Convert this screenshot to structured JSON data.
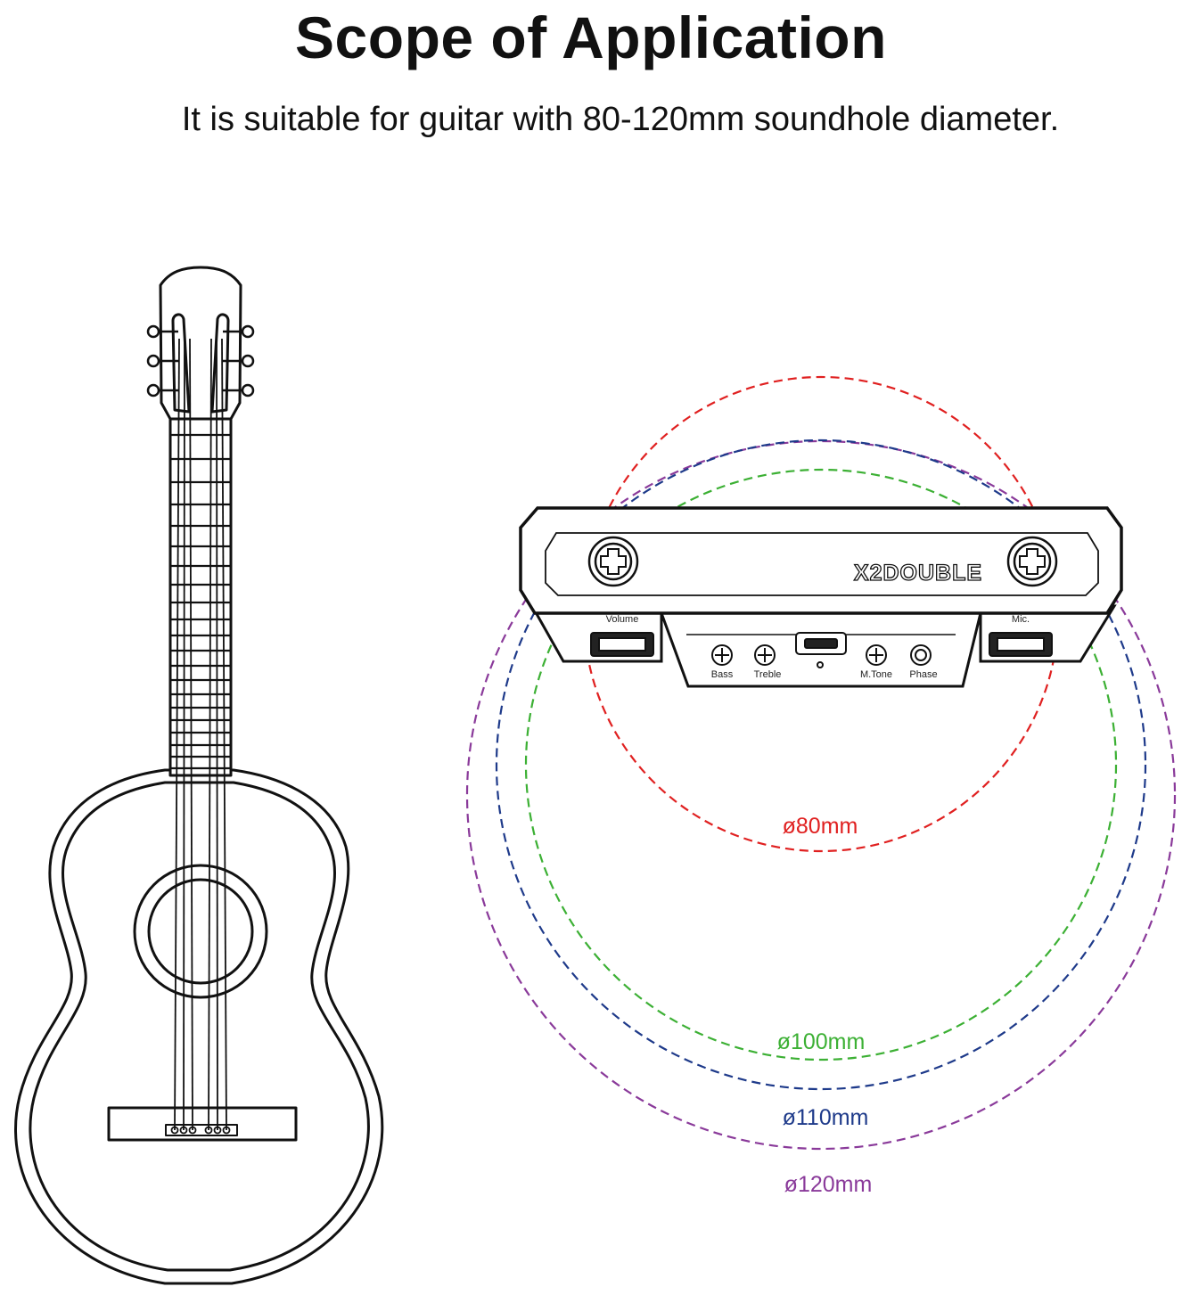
{
  "header": {
    "title": "Scope of Application",
    "subtitle": "It is suitable for guitar with 80-120mm soundhole diameter."
  },
  "pickup": {
    "brand": "X2DOUBLE",
    "controls": {
      "volume": "Volume",
      "mic": "Mic.",
      "bass": "Bass",
      "treble": "Treble",
      "mtone": "M.Tone",
      "phase": "Phase"
    }
  },
  "diameters": [
    {
      "label": "ø80mm",
      "color": "#e02020"
    },
    {
      "label": "ø100mm",
      "color": "#3cb034"
    },
    {
      "label": "ø110mm",
      "color": "#1e3a8a"
    },
    {
      "label": "ø120mm",
      "color": "#8a3a9a"
    }
  ],
  "colors": {
    "red": "#e02020",
    "green": "#3cb034",
    "blue": "#1e3a8a",
    "purple": "#8a3a9a"
  }
}
